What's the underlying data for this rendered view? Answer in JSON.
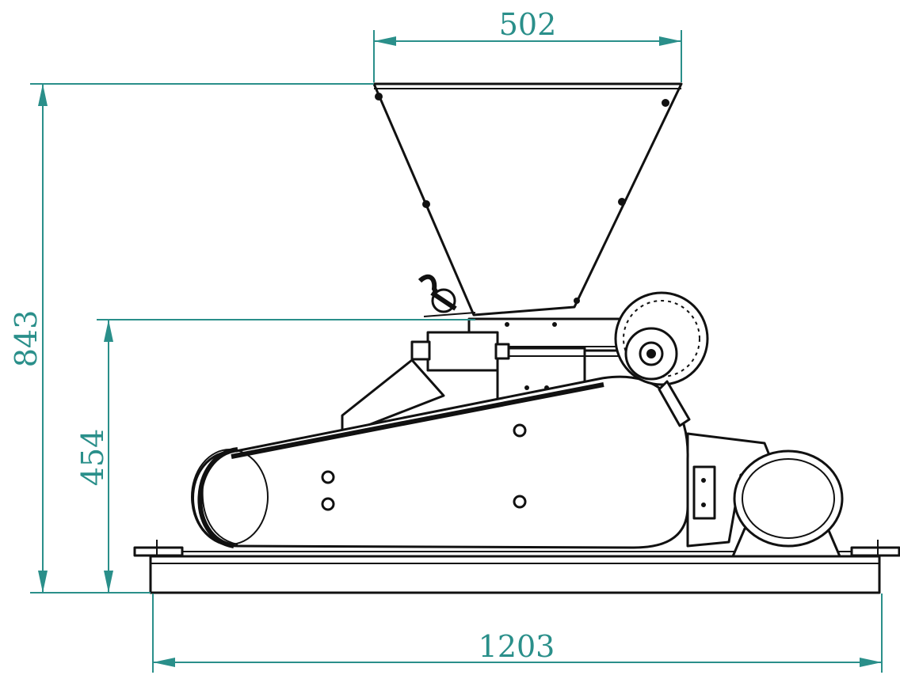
{
  "dimensions": {
    "hopper_width": "502",
    "total_height": "843",
    "inlet_height": "454",
    "base_length": "1203"
  },
  "colors": {
    "dimension": "#2a8f8a",
    "outline": "#111111",
    "background": "#ffffff"
  }
}
